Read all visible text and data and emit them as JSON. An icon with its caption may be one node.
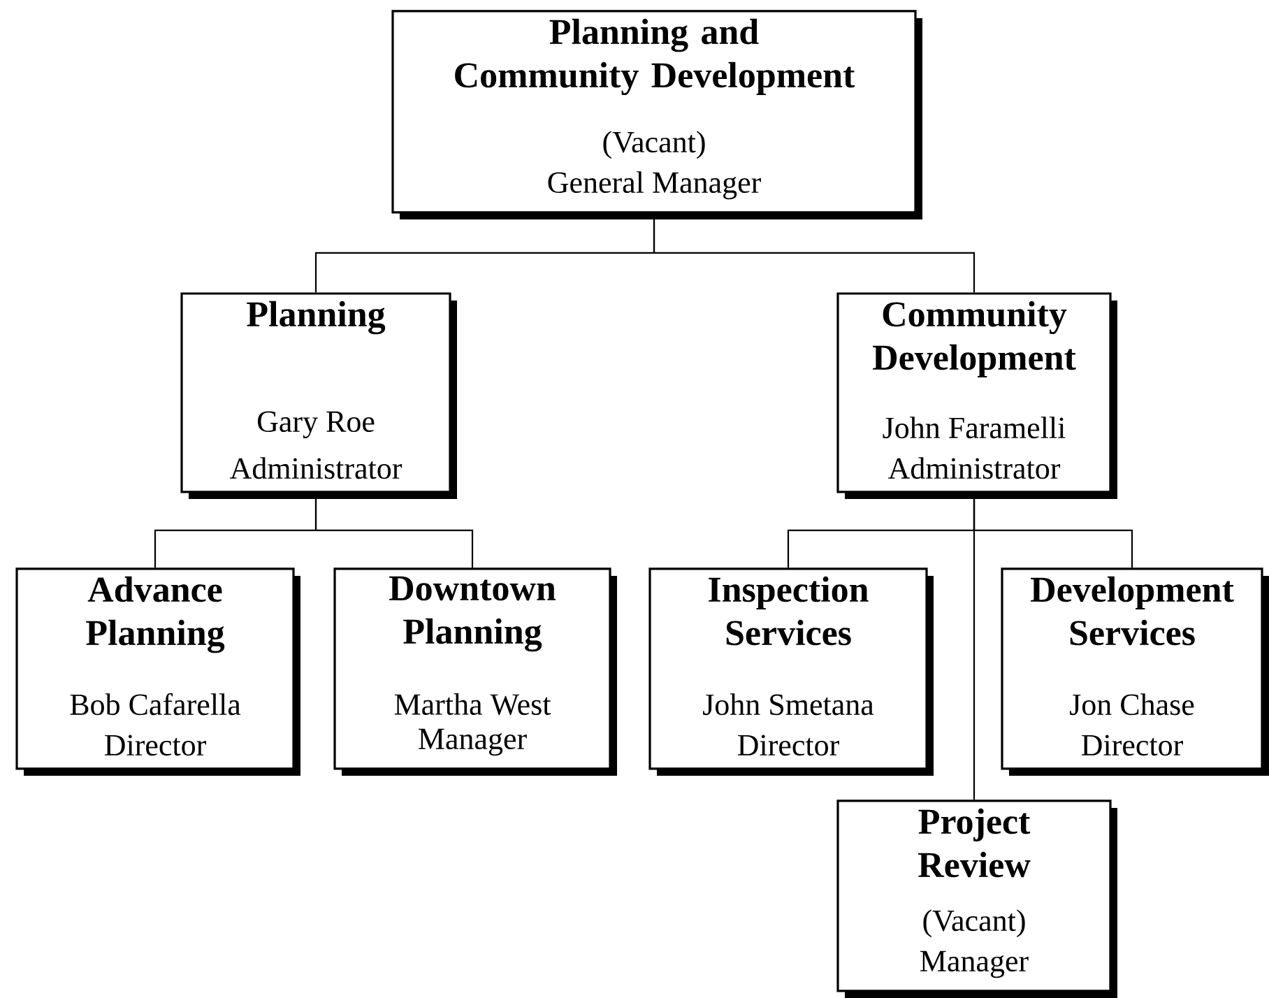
{
  "diagram": {
    "nodes": [
      {
        "text": [
          "Planning and Community Development",
          "(Vacant)",
          "General Manager"
        ]
      },
      {
        "text": [
          "Planning",
          "Gary Roe",
          "Administrator"
        ]
      },
      {
        "text": [
          "Community Development",
          "John Faramelli",
          "Administrator"
        ]
      },
      {
        "text": [
          "Advance Planning",
          "Bob Cafarella",
          "Director"
        ]
      },
      {
        "text": [
          "Downtown Planning",
          "Martha West",
          "Manager"
        ]
      },
      {
        "text": [
          "Inspection Services",
          "John Smetana",
          "Director"
        ]
      },
      {
        "text": [
          "Development Services",
          "Jon Chase",
          "Director"
        ]
      },
      {
        "text": [
          "Project Review",
          "(Vacant)",
          "Manager"
        ]
      }
    ],
    "edges": [
      {
        "from": 0,
        "to": 1,
        "arrow": "none"
      },
      {
        "from": 0,
        "to": 2,
        "arrow": "none"
      },
      {
        "from": 1,
        "to": 3,
        "arrow": "none"
      },
      {
        "from": 1,
        "to": 4,
        "arrow": "none"
      },
      {
        "from": 2,
        "to": 5,
        "arrow": "none"
      },
      {
        "from": 2,
        "to": 6,
        "arrow": "none"
      },
      {
        "from": 2,
        "to": 7,
        "arrow": "none"
      }
    ]
  }
}
